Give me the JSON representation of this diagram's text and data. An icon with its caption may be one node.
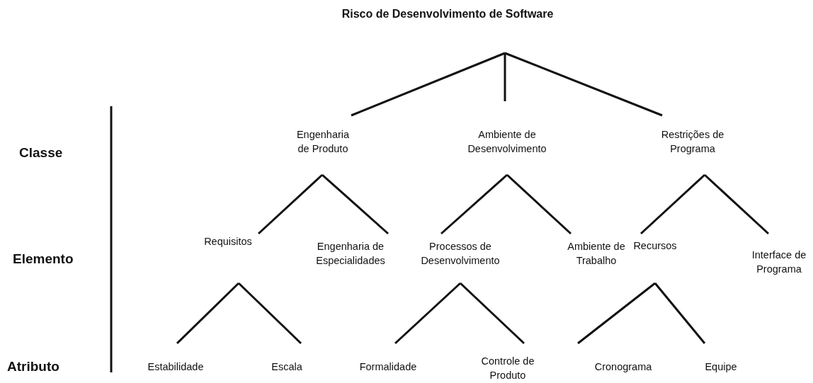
{
  "diagram": {
    "nodes": [
      {
        "text": [
          "Risco de Desenvolvimento de Software"
        ]
      },
      {
        "text": [
          "Engenharia de Produto"
        ]
      },
      {
        "text": [
          "Ambiente de Desenvolvimento"
        ]
      },
      {
        "text": [
          "Restrições de Programa"
        ]
      },
      {
        "text": [
          "Requisitos"
        ]
      },
      {
        "text": [
          "Engenharia de Especialidades"
        ]
      },
      {
        "text": [
          "Processos de Desenvolvimento"
        ]
      },
      {
        "text": [
          "Ambiente de Trabalho"
        ]
      },
      {
        "text": [
          "Recursos"
        ]
      },
      {
        "text": [
          "Interface de Programa"
        ]
      },
      {
        "text": [
          "Estabilidade"
        ]
      },
      {
        "text": [
          "Escala"
        ]
      },
      {
        "text": [
          "Formalidade"
        ]
      },
      {
        "text": [
          "Controle de Produto"
        ]
      },
      {
        "text": [
          "Cronograma"
        ]
      },
      {
        "text": [
          "Equipe"
        ]
      }
    ],
    "edges": [
      {
        "from": 0,
        "to": 1,
        "arrow": "none"
      },
      {
        "from": 0,
        "to": 2,
        "arrow": "none"
      },
      {
        "from": 0,
        "to": 3,
        "arrow": "none"
      },
      {
        "from": 1,
        "to": 4,
        "arrow": "none"
      },
      {
        "from": 1,
        "to": 5,
        "arrow": "none"
      },
      {
        "from": 2,
        "to": 6,
        "arrow": "none"
      },
      {
        "from": 2,
        "to": 7,
        "arrow": "none"
      },
      {
        "from": 3,
        "to": 8,
        "arrow": "none"
      },
      {
        "from": 3,
        "to": 9,
        "arrow": "none"
      },
      {
        "from": 4,
        "to": 10,
        "arrow": "none"
      },
      {
        "from": 4,
        "to": 11,
        "arrow": "none"
      },
      {
        "from": 6,
        "to": 12,
        "arrow": "none"
      },
      {
        "from": 6,
        "to": 13,
        "arrow": "none"
      },
      {
        "from": 8,
        "to": 14,
        "arrow": "none"
      },
      {
        "from": 8,
        "to": 15,
        "arrow": "none"
      }
    ],
    "labels": [
      "Classe",
      "Elemento",
      "Atributo"
    ]
  }
}
